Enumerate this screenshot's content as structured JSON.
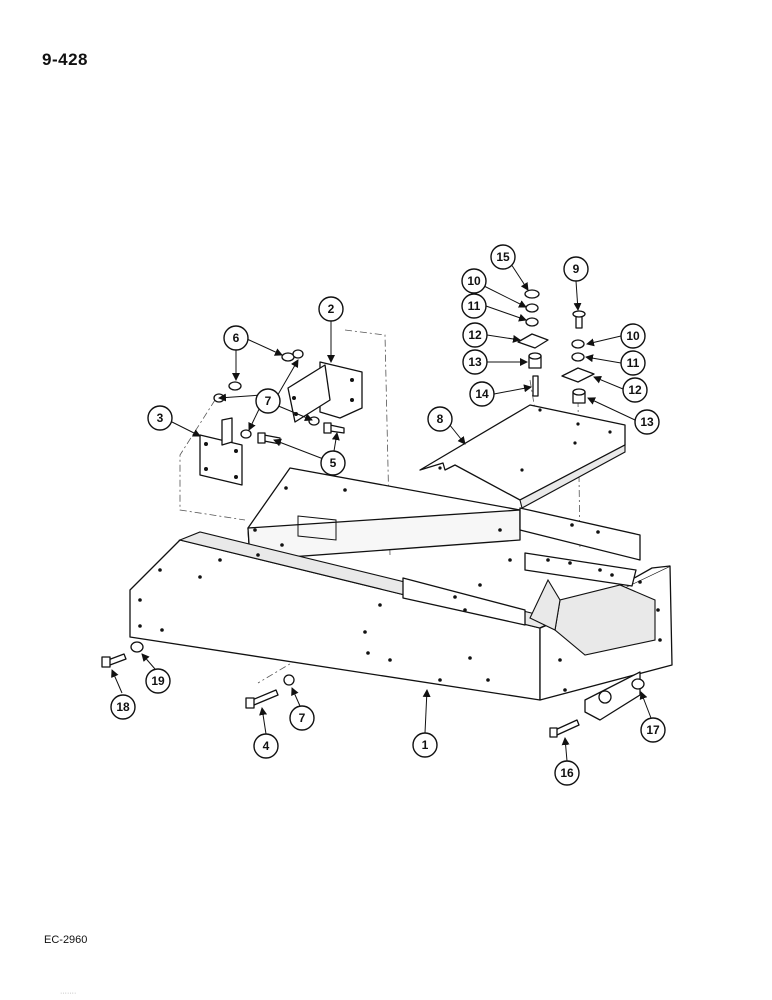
{
  "page_number": "9-428",
  "figure_code": "EC-2960",
  "footer_mark": "·······",
  "callouts": [
    {
      "label": "1"
    },
    {
      "label": "2"
    },
    {
      "label": "3"
    },
    {
      "label": "4"
    },
    {
      "label": "5"
    },
    {
      "label": "6"
    },
    {
      "label": "7"
    },
    {
      "label": "7"
    },
    {
      "label": "8"
    },
    {
      "label": "9"
    },
    {
      "label": "10"
    },
    {
      "label": "10"
    },
    {
      "label": "11"
    },
    {
      "label": "11"
    },
    {
      "label": "12"
    },
    {
      "label": "12"
    },
    {
      "label": "13"
    },
    {
      "label": "13"
    },
    {
      "label": "14"
    },
    {
      "label": "15"
    },
    {
      "label": "16"
    },
    {
      "label": "17"
    },
    {
      "label": "18"
    },
    {
      "label": "19"
    }
  ]
}
